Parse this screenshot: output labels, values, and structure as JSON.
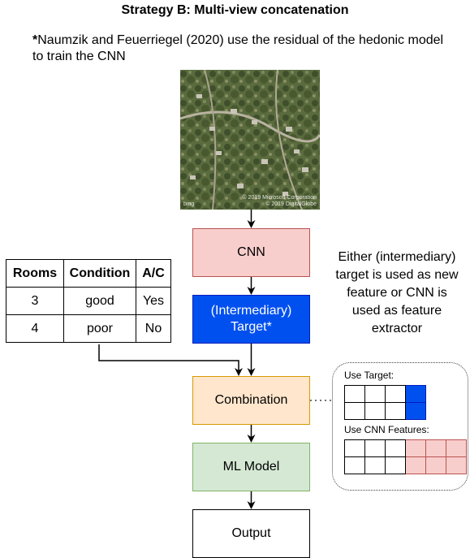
{
  "title": "Strategy B: Multi-view concatenation",
  "subtitle": {
    "marker": "*",
    "text": "Naumzik and Feuerriegel (2020) use the residual of the hedonic model to train the CNN"
  },
  "satellite": {
    "attribution_line1": "© 2019 Microsoft Corporation",
    "attribution_line2": "© 2019 DigitalGlobe",
    "provider": "bing"
  },
  "nodes": {
    "cnn": "CNN",
    "target_line1": "(Intermediary)",
    "target_line2": "Target*",
    "combination": "Combination",
    "ml_model": "ML Model",
    "output": "Output"
  },
  "table": {
    "headers": [
      "Rooms",
      "Condition",
      "A/C"
    ],
    "rows": [
      [
        "3",
        "good",
        "Yes"
      ],
      [
        "4",
        "poor",
        "No"
      ]
    ]
  },
  "note": {
    "line1": "Either (intermediary)",
    "line2": "target is used as new",
    "line3": "feature or CNN is",
    "line4": "used as feature",
    "line5": "extractor"
  },
  "panel": {
    "use_target_label": "Use Target:",
    "use_cnn_label": "Use CNN Features:"
  },
  "colors": {
    "cnn_fill": "#f8cecc",
    "target_fill": "#0050ef",
    "combination_fill": "#ffe6cc",
    "ml_fill": "#d5e8d4"
  }
}
